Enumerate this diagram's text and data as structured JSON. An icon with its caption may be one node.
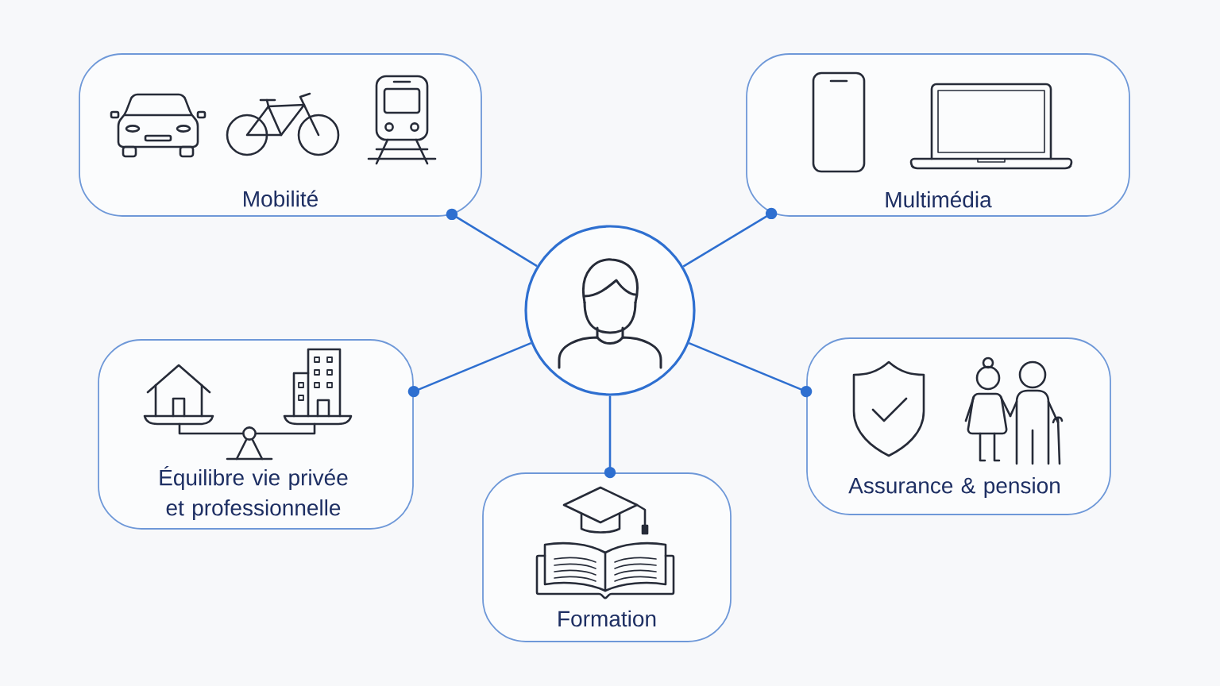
{
  "diagram": {
    "nodes": [
      {
        "text": [],
        "shape": "circle"
      },
      {
        "text": [
          "Mobilité"
        ]
      },
      {
        "text": [
          "Multimédia"
        ]
      },
      {
        "text": [
          "Équilibre vie privée et professionnelle"
        ]
      },
      {
        "text": [
          "Formation"
        ]
      },
      {
        "text": [
          "Assurance & pension"
        ]
      }
    ],
    "edges": [
      {
        "from": 0,
        "to": 1,
        "arrow": "other"
      },
      {
        "from": 0,
        "to": 2,
        "arrow": "other"
      },
      {
        "from": 0,
        "to": 3,
        "arrow": "other"
      },
      {
        "from": 0,
        "to": 4,
        "arrow": "other"
      },
      {
        "from": 0,
        "to": 5,
        "arrow": "other"
      }
    ]
  }
}
